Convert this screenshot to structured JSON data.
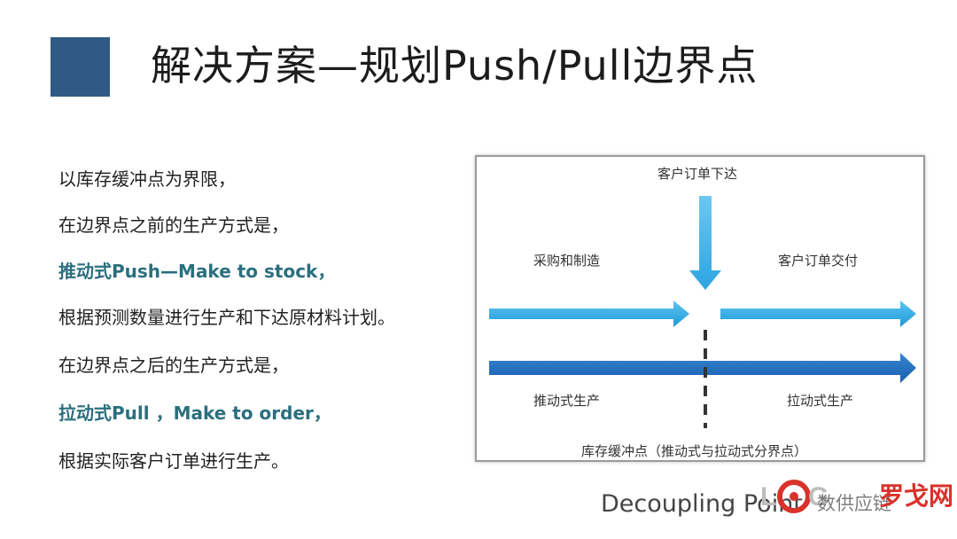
{
  "page": {
    "title": "解决方案—规划Push/Pull边界点",
    "accent_color": "#2f5a86",
    "highlight_color": "#2b6f7e"
  },
  "text": {
    "lines": [
      {
        "text": "以库存缓冲点为界限，",
        "highlight": false
      },
      {
        "text": "在边界点之前的生产方式是，",
        "highlight": false
      },
      {
        "text": "推动式Push—Make to stock，",
        "highlight": true
      },
      {
        "text": "根据预测数量进行生产和下达原材料计划。",
        "highlight": false
      },
      {
        "text": "在边界点之后的生产方式是，",
        "highlight": false
      },
      {
        "text": "拉动式Pull ，Make to order，",
        "highlight": true
      },
      {
        "text": "根据实际客户订单进行生产。",
        "highlight": false
      }
    ]
  },
  "diagram": {
    "customer_order_release": "客户订单下达",
    "procurement_manufacturing": "采购和制造",
    "customer_order_delivery": "客户订单交付",
    "push_production": "推动式生产",
    "pull_production": "拉动式生产",
    "decoupling_point_label": "库存缓冲点（推动式与拉动式分界点）",
    "light_arrow_color": "#29a9e6",
    "dark_arrow_color": "#1f6fc0"
  },
  "caption": "Decoupling Point",
  "watermark": {
    "brand_text": "罗戈网",
    "sub_text": "数供应链"
  }
}
